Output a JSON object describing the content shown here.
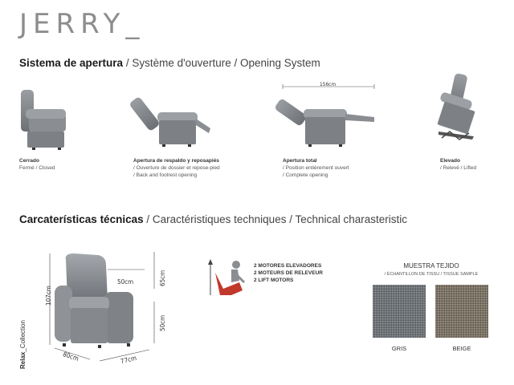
{
  "brand": {
    "name": "JERRY",
    "cursor": "_"
  },
  "opening_section": {
    "title_bold": "Sistema de apertura",
    "title_rest": " / Système d'ouverture / Opening System",
    "total_width_label": "156cm",
    "modes": [
      {
        "title": "Cerrado",
        "subtitle": "Fermé / Closed",
        "subtitle2": ""
      },
      {
        "title": "Apertura de respaldo y reposapiés",
        "subtitle": "/ Ouverture de dossier et repose-pied",
        "subtitle2": "/ Back and footrest opening"
      },
      {
        "title": "Apertura total",
        "subtitle": "/ Position entièrement ouvert",
        "subtitle2": "/ Complete opening"
      },
      {
        "title": "Elevado",
        "subtitle": "/ Relevé / Lifted",
        "subtitle2": ""
      }
    ]
  },
  "tech_section": {
    "title_bold": "Carcaterísticas técnicas",
    "title_rest": " / Caractéristiques techniques / Technical charasteristic",
    "dimensions": {
      "seat_width": "50cm",
      "back_height": "65cm",
      "total_height": "107cm",
      "seat_height": "50cm",
      "width": "80cm",
      "depth": "77cm"
    },
    "collection": {
      "bold": "Relax",
      "rest": "_Collection"
    },
    "motors": [
      "2 MOTORES ELEVADORES",
      "2 MOTEURS DE RELEVEUR",
      "2 LIFT MOTORS"
    ],
    "fabric": {
      "heading": "MUESTRA TEJIDO",
      "subheading": "/ ÉCHANTILLON DE TISSU / TISSUE SAMPLE",
      "swatches": [
        {
          "name": "GRIS",
          "color": "#6f7478"
        },
        {
          "name": "BEIGE",
          "color": "#7d7468"
        }
      ]
    },
    "accent_color": "#c0392b"
  }
}
